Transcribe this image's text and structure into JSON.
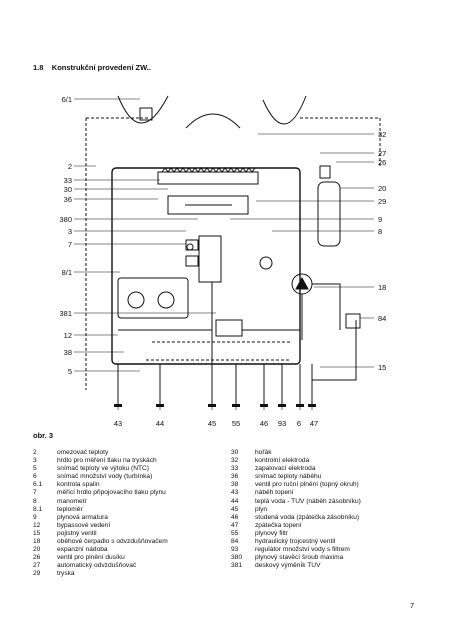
{
  "section": {
    "number": "1.8",
    "title": "Konstrukční provedení ZW.."
  },
  "figure_label": "obr. 3",
  "callouts": {
    "left": [
      "6/1",
      "2",
      "33",
      "30",
      "36",
      "380",
      "3",
      "7",
      "8/1",
      "381",
      "12",
      "38",
      "5"
    ],
    "right": [
      "32",
      "27",
      "26",
      "20",
      "29",
      "9",
      "8",
      "18",
      "84",
      "15"
    ],
    "bottom": [
      "43",
      "44",
      "45",
      "55",
      "46",
      "93",
      "6",
      "47"
    ]
  },
  "legend_left": [
    {
      "num": "2",
      "text": "omezovač teploty"
    },
    {
      "num": "3",
      "text": "hrdlo pro měření tlaku na tryskách"
    },
    {
      "num": "5",
      "text": "snímač teploty ve výtoku (NTC)"
    },
    {
      "num": "6",
      "text": "snímač množství vody (turbínka)"
    },
    {
      "num": "6.1",
      "text": "kontrola spalin"
    },
    {
      "num": "7",
      "text": "měřicí hrdlo připojovacího tlaku plynu"
    },
    {
      "num": "8",
      "text": "manometr"
    },
    {
      "num": "8.1",
      "text": "teploměr"
    },
    {
      "num": "9",
      "text": "plynová armatura"
    },
    {
      "num": "12",
      "text": "bypassové vedení"
    },
    {
      "num": "15",
      "text": "pojistný ventil"
    },
    {
      "num": "18",
      "text": "oběhové čerpadlo s odvzdušňovačem"
    },
    {
      "num": "20",
      "text": "expanzní nádoba"
    },
    {
      "num": "26",
      "text": "ventil pro plnění dusíku"
    },
    {
      "num": "27",
      "text": "automatický odvzdušňovač"
    },
    {
      "num": "29",
      "text": "tryska"
    }
  ],
  "legend_right": [
    {
      "num": "30",
      "text": "hořák"
    },
    {
      "num": "32",
      "text": "kontrolní elektroda"
    },
    {
      "num": "33",
      "text": "zapalovací elektroda"
    },
    {
      "num": "36",
      "text": "snímač teploty náběhu"
    },
    {
      "num": "38",
      "text": "ventil pro ruční plnění (topný okruh)"
    },
    {
      "num": "43",
      "text": "náběh topení"
    },
    {
      "num": "44",
      "text": "teplá voda - TUV (náběh zásobníku)"
    },
    {
      "num": "45",
      "text": "plyn"
    },
    {
      "num": "46",
      "text": "studená voda (zpátečka zásobníku)"
    },
    {
      "num": "47",
      "text": "zpátečka topení"
    },
    {
      "num": "55",
      "text": "plynový filtr"
    },
    {
      "num": "84",
      "text": "hydraulický trojcestný ventil"
    },
    {
      "num": "93",
      "text": "regulátor množství vody s filtrem"
    },
    {
      "num": "380",
      "text": "plynový stavěcí šroub maxima"
    },
    {
      "num": "381",
      "text": "deskový výměník TUV"
    }
  ],
  "page_number": "7"
}
